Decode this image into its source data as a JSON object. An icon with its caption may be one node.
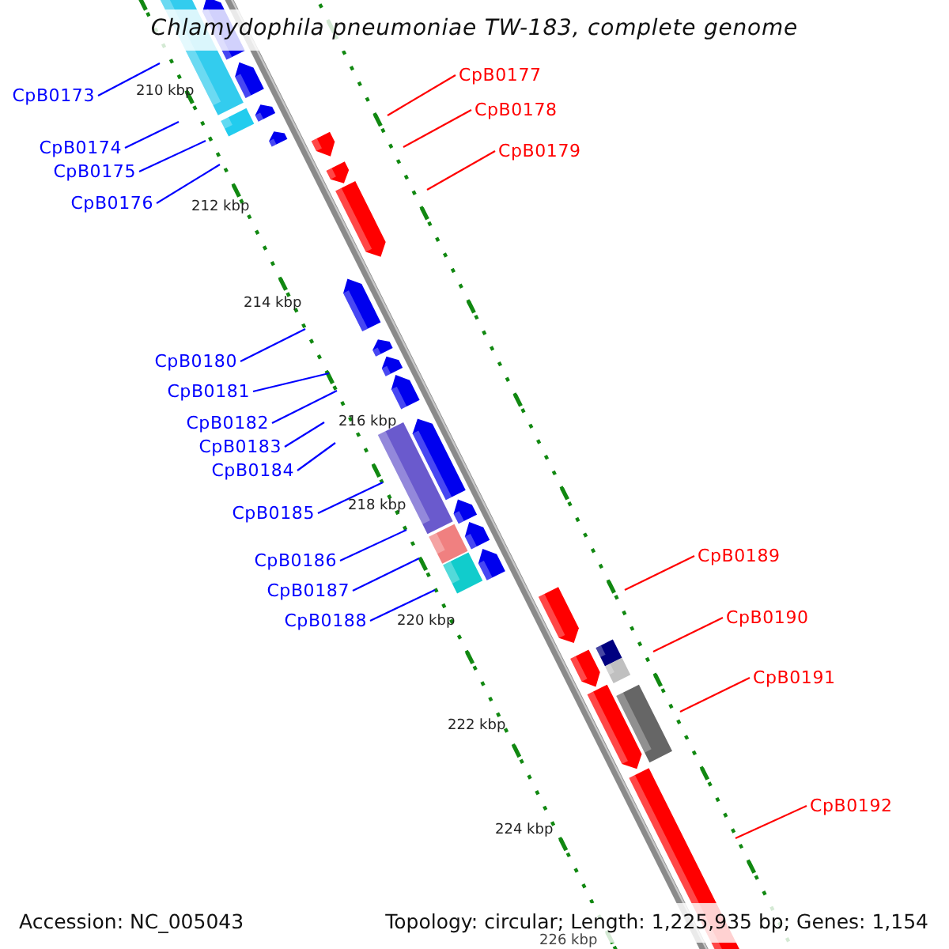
{
  "diagram": {
    "title": "Chlamydophila pneumoniae TW-183, complete genome",
    "nodes": [
      {
        "text": [
          "CpB0173"
        ]
      },
      {
        "text": [
          "CpB0174"
        ]
      },
      {
        "text": [
          "CpB0175"
        ]
      },
      {
        "text": [
          "CpB0176"
        ]
      },
      {
        "text": [
          "CpB0177"
        ]
      },
      {
        "text": [
          "CpB0178"
        ]
      },
      {
        "text": [
          "CpB0179"
        ]
      },
      {
        "text": [
          "CpB0180"
        ]
      },
      {
        "text": [
          "CpB0181"
        ]
      },
      {
        "text": [
          "CpB0182"
        ]
      },
      {
        "text": [
          "CpB0183"
        ]
      },
      {
        "text": [
          "CpB0184"
        ]
      },
      {
        "text": [
          "CpB0185"
        ]
      },
      {
        "text": [
          "CpB0186"
        ]
      },
      {
        "text": [
          "CpB0187"
        ]
      },
      {
        "text": [
          "CpB0188"
        ]
      },
      {
        "text": [
          "CpB0189"
        ]
      },
      {
        "text": [
          "CpB0190"
        ]
      },
      {
        "text": [
          "CpB0191"
        ]
      },
      {
        "text": [
          "CpB0192"
        ]
      }
    ],
    "edges": [
      {
        "from": 0,
        "to": null,
        "arrow": "none"
      },
      {
        "from": 1,
        "to": null,
        "arrow": "none"
      },
      {
        "from": 2,
        "to": null,
        "arrow": "none"
      },
      {
        "from": 3,
        "to": null,
        "arrow": "none"
      },
      {
        "from": 4,
        "to": null,
        "arrow": "none",
        "color": "#ff0000"
      },
      {
        "from": 5,
        "to": null,
        "arrow": "none",
        "color": "#ff0000"
      },
      {
        "from": 6,
        "to": null,
        "arrow": "none",
        "color": "#ff0000"
      },
      {
        "from": 7,
        "to": null,
        "arrow": "none"
      },
      {
        "from": 8,
        "to": null,
        "arrow": "none"
      },
      {
        "from": 9,
        "to": null,
        "arrow": "none"
      },
      {
        "from": 10,
        "to": null,
        "arrow": "none"
      },
      {
        "from": 11,
        "to": null,
        "arrow": "none"
      },
      {
        "from": 12,
        "to": null,
        "arrow": "none"
      },
      {
        "from": 13,
        "to": null,
        "arrow": "none"
      },
      {
        "from": 14,
        "to": null,
        "arrow": "none"
      },
      {
        "from": 15,
        "to": null,
        "arrow": "none"
      },
      {
        "from": 16,
        "to": null,
        "arrow": "none",
        "color": "#ff0000"
      },
      {
        "from": 17,
        "to": null,
        "arrow": "none",
        "color": "#ff0000"
      },
      {
        "from": 18,
        "to": null,
        "arrow": "none",
        "color": "#ff0000"
      },
      {
        "from": 19,
        "to": null,
        "arrow": "none",
        "color": "#ff0000"
      }
    ],
    "labels": [
      "210 kbp",
      "212 kbp",
      "214 kbp",
      "216 kbp",
      "218 kbp",
      "220 kbp",
      "222 kbp",
      "224 kbp",
      "226 kbp",
      "Accession: NC_005043",
      "Topology: circular; Length: 1,225,935 bp; Genes: 1,154"
    ]
  }
}
